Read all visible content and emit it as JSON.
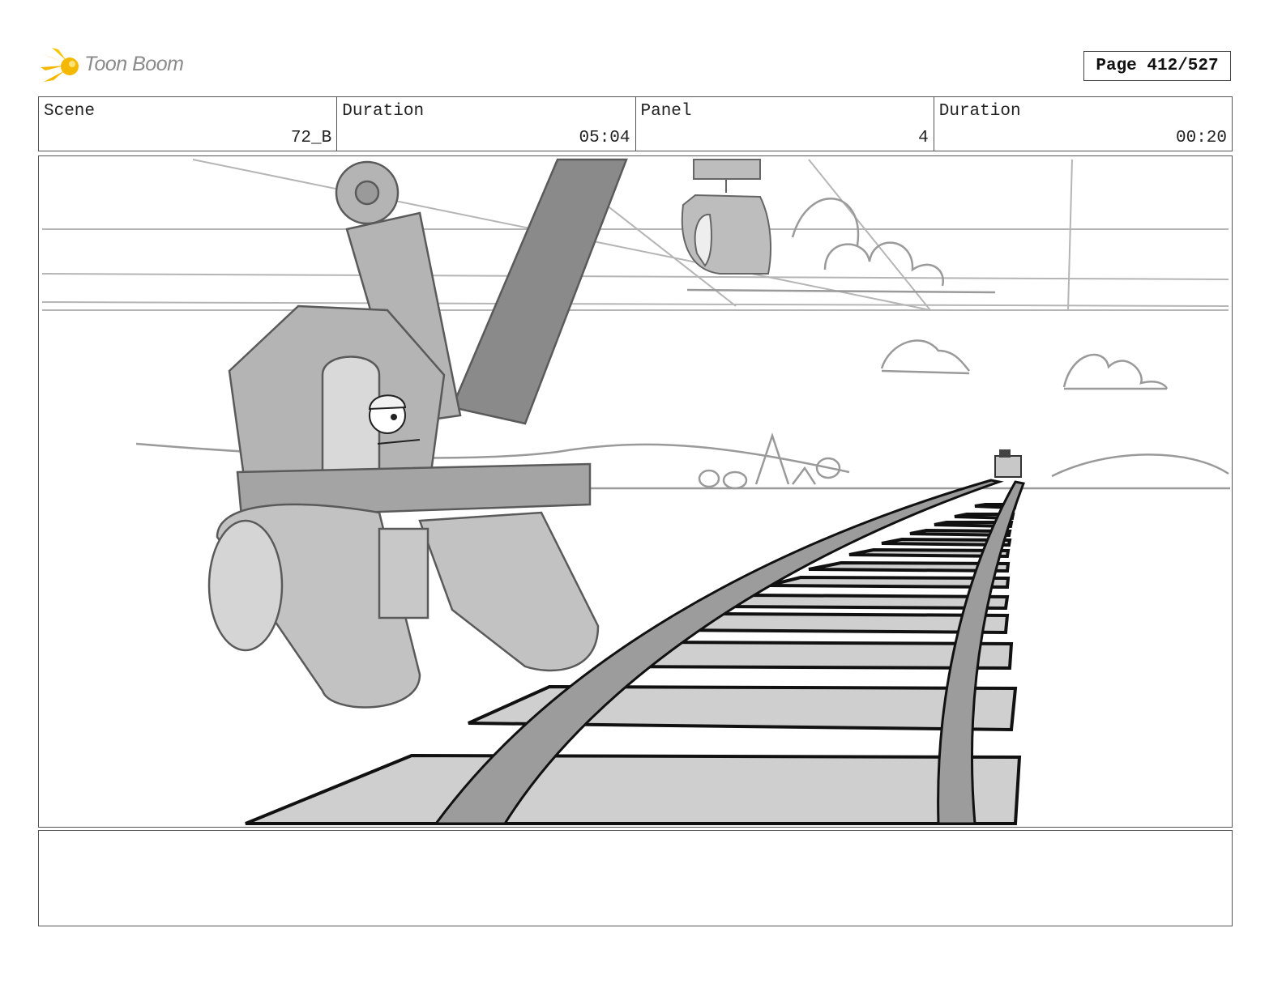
{
  "header": {
    "logo_text": "Toon Boom",
    "page_label": "Page 412/527"
  },
  "info": [
    {
      "label": "Scene",
      "value": "72_B"
    },
    {
      "label": "Duration",
      "value": "05:04"
    },
    {
      "label": "Panel",
      "value": "4"
    },
    {
      "label": "Duration",
      "value": "00:20"
    }
  ],
  "colors": {
    "logo_yellow": "#f5b800",
    "sketch_line": "#9a9a9a",
    "tie_fill": "#cfcfcf",
    "rail_fill": "#9c9c9c",
    "machine_fill": "#b4b4b4"
  },
  "icons": [
    "toon-boom-logo-icon"
  ]
}
